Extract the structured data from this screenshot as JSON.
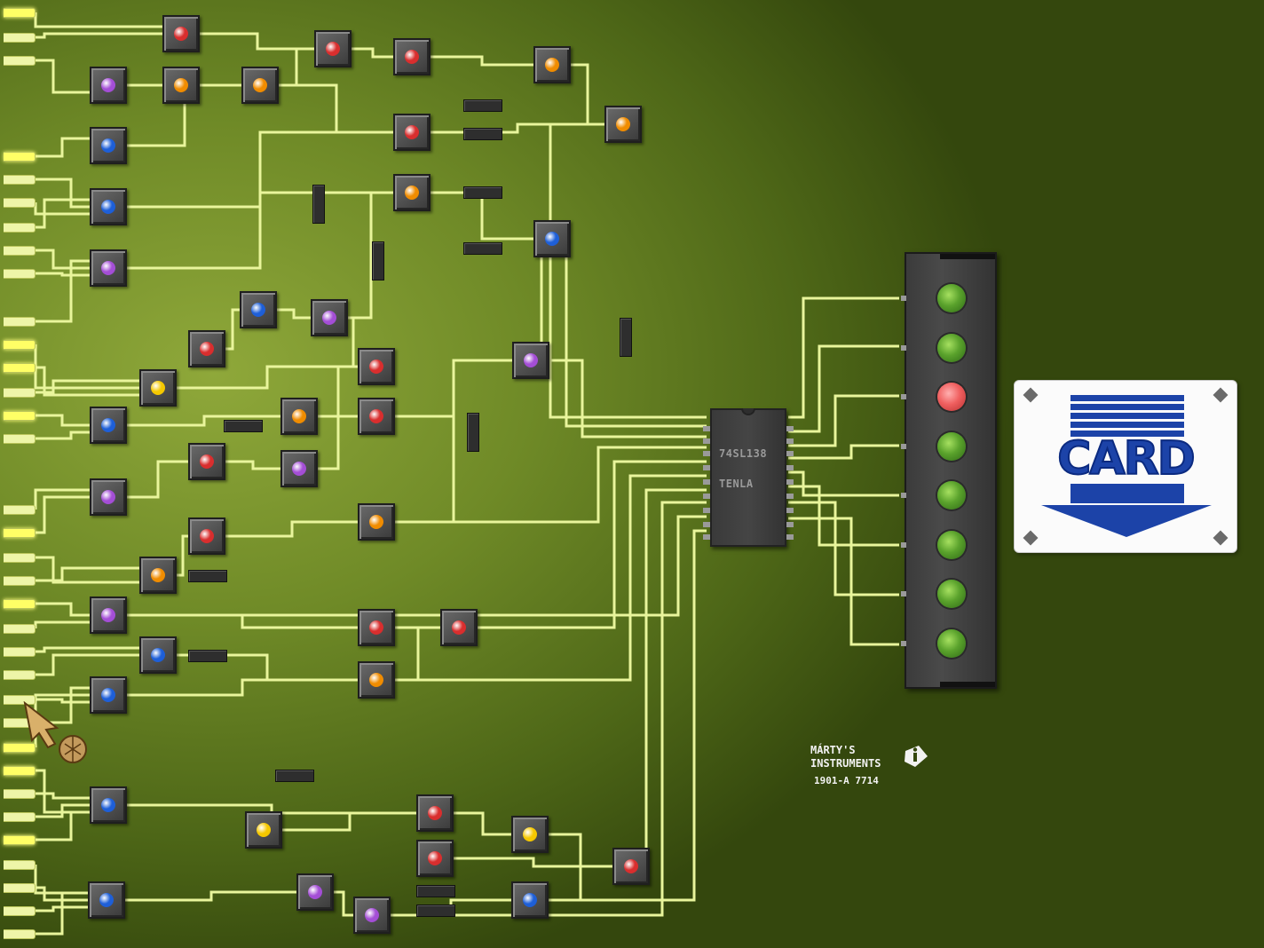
{
  "chip": {
    "line1": "74SL138",
    "line2": "TENLA"
  },
  "card_slot": {
    "label": "CARD"
  },
  "maker": {
    "line1": "MÁRTY'S",
    "line2": "INSTRUMENTS",
    "line3": "1901-A  7714"
  },
  "icons": [
    "i-logo-icon",
    "arrow-down-icon",
    "pointer-cursor-icon"
  ],
  "colors": {
    "board": "#6f8a27",
    "trace": "#e9f59c",
    "red": "#d92e2e",
    "orange": "#f08c00",
    "purple": "#a44ed6",
    "blue": "#1e5fd8",
    "yellow": "#f5c800",
    "lamp_on": "#f06060",
    "lamp_off": "#5aa22c",
    "card_blue": "#1c43a8"
  },
  "output_lamps": [
    "off",
    "off",
    "on",
    "off",
    "off",
    "off",
    "off",
    "off"
  ]
}
